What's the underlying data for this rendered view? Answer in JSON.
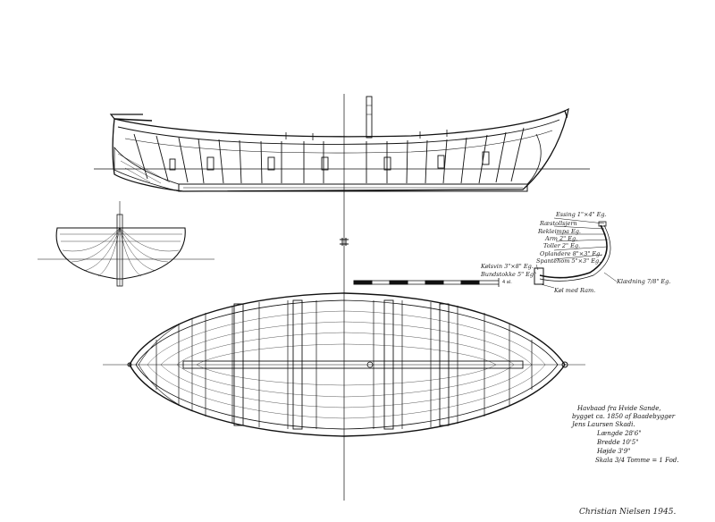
{
  "drawing": {
    "title_block": {
      "line1": "Havbaad fra Hvide Sande,",
      "line2": "bygget ca. 1850 af Baadebygger",
      "line3": "Jens Laursen Skadi.",
      "length": "Længde  28'6\"",
      "beam": "Bredde  10'5\"",
      "depth": "Højde    3'9\"",
      "scale": "Skala 3/4 Tomme = 1 Fod."
    },
    "section_labels": [
      "Essing 1\"×4\" Eg.",
      "Ræstollsjern",
      "Rekleimpa Eg.",
      "Arm 2\" Eg.",
      "Toller 2\" Eg.",
      "Oplandere 8\"×3\" Eg.",
      "Spantehom 5\"×3\" Eg.",
      "Kølsvin 3\"×8\" Eg.",
      "Bundstokke 5\" Eg.",
      "Klædning 7/8\" Eg.",
      "Køl med Ram."
    ],
    "scale_end_label": "4 al.",
    "signature": "Christian Nielsen  1945."
  }
}
